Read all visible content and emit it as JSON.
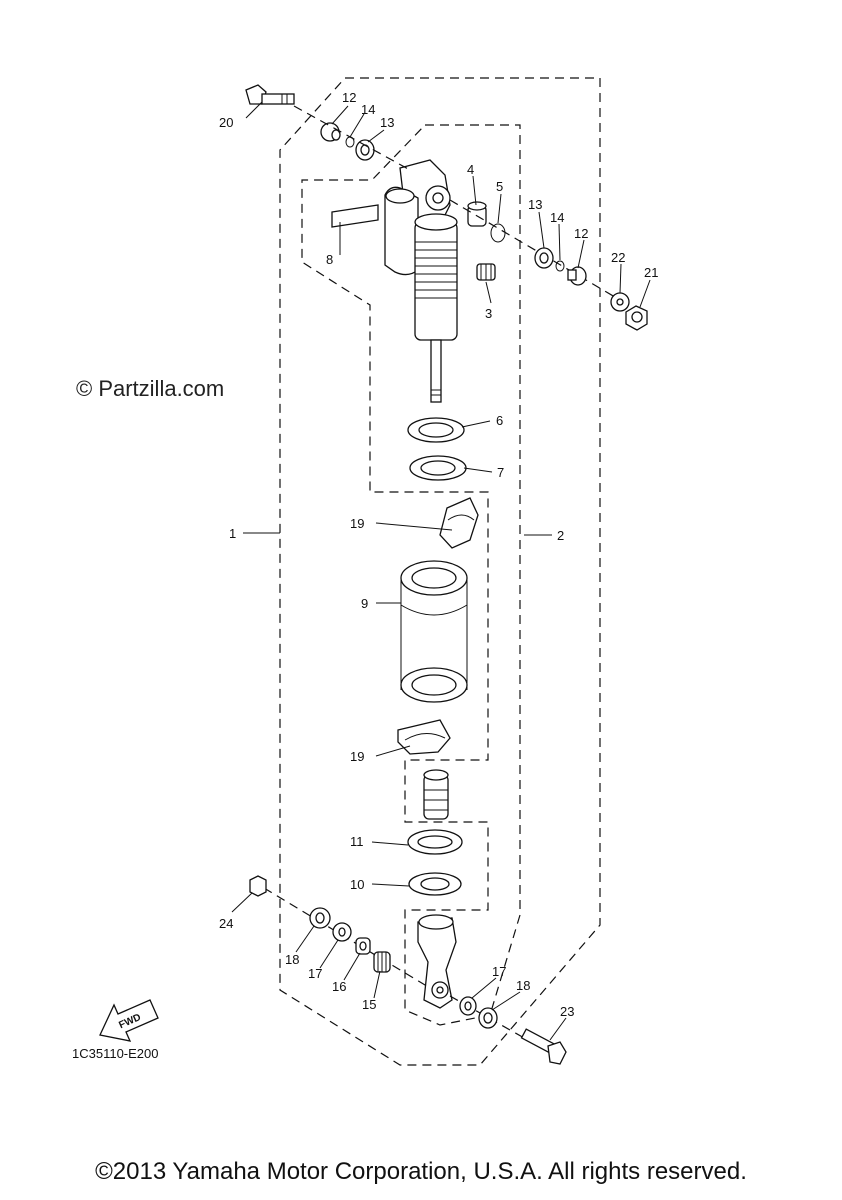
{
  "watermark": "© Partzilla.com",
  "diagram_code": "1C35110-E200",
  "fwd_label": "FWD",
  "copyright": "©2013 Yamaha Motor Corporation, U.S.A. All rights reserved.",
  "callouts": {
    "c1": "1",
    "c2": "2",
    "c3": "3",
    "c4": "4",
    "c5": "5",
    "c6": "6",
    "c7": "7",
    "c8": "8",
    "c9": "9",
    "c10": "10",
    "c11": "11",
    "c12a": "12",
    "c12b": "12",
    "c13a": "13",
    "c13b": "13",
    "c14a": "14",
    "c14b": "14",
    "c15": "15",
    "c16": "16",
    "c17a": "17",
    "c17b": "17",
    "c18a": "18",
    "c18b": "18",
    "c19a": "19",
    "c19b": "19",
    "c20": "20",
    "c21": "21",
    "c22": "22",
    "c23": "23",
    "c24": "24"
  }
}
